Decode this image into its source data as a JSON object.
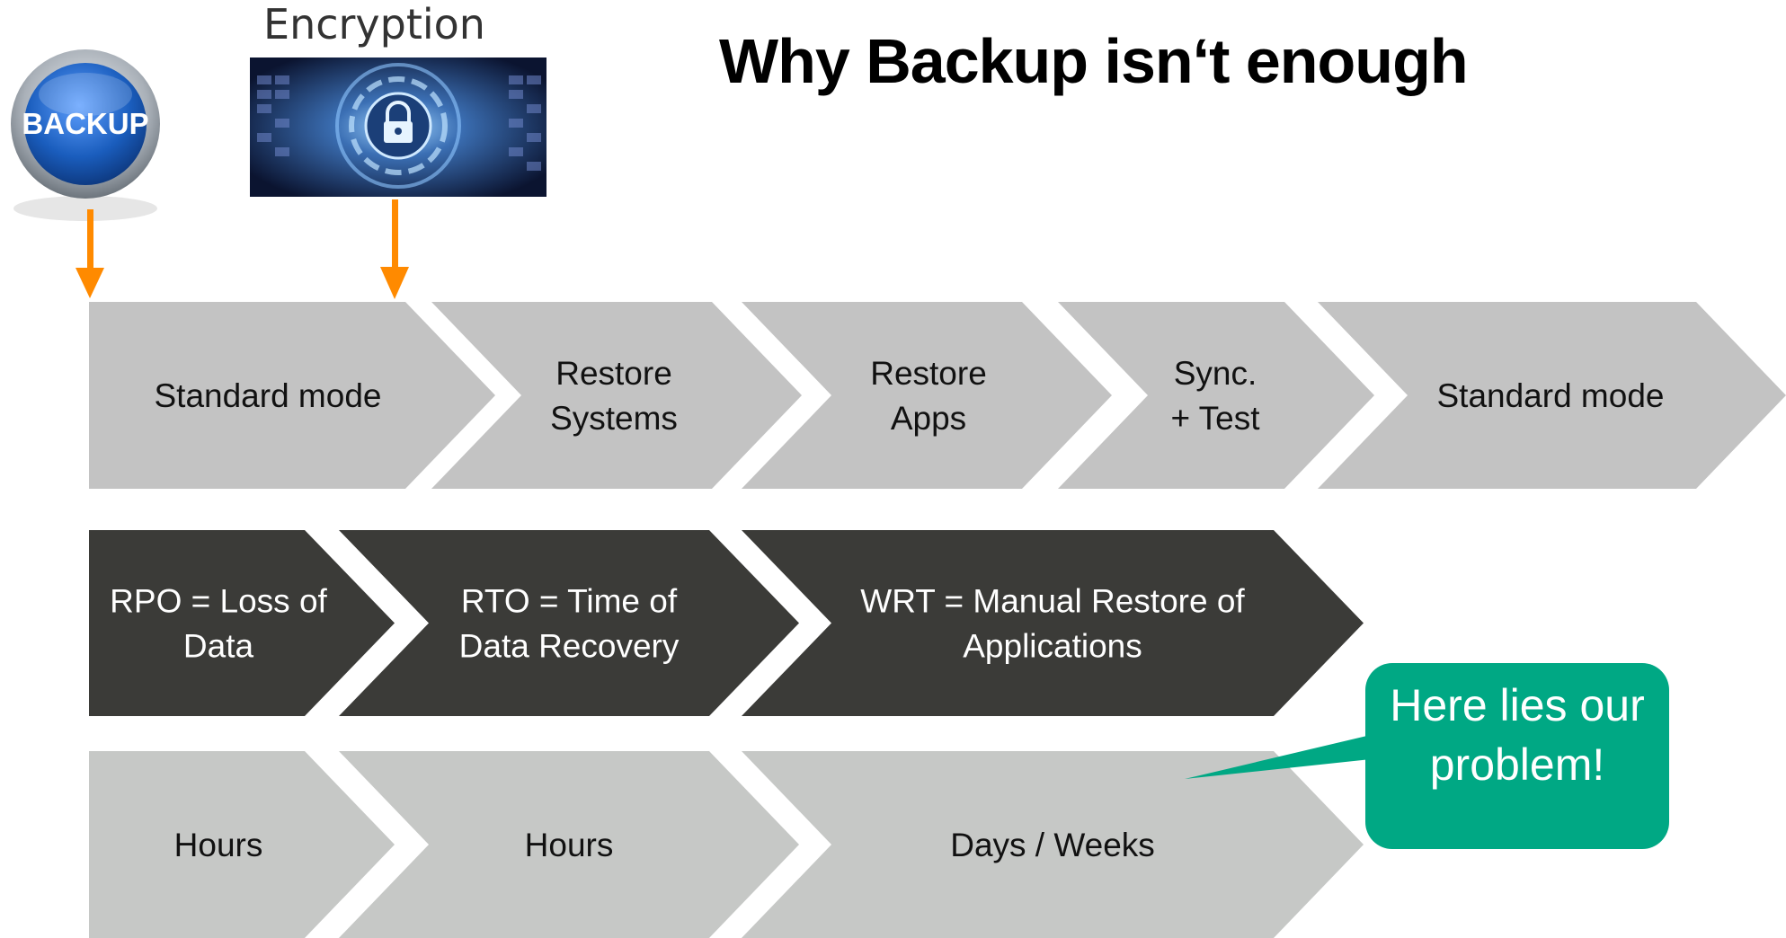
{
  "title": "Why Backup isn‘t enough",
  "backup_icon": {
    "label": "BACKUP"
  },
  "encryption": {
    "label": "Encryption",
    "icon": "lock-icon"
  },
  "row_phases": [
    "Standard mode",
    "Restore\nSystems",
    "Restore\nApps",
    "Sync.\n+ Test",
    "Standard mode"
  ],
  "row_metrics": [
    "RPO = Loss of\nData",
    "RTO = Time of\nData Recovery",
    "WRT = Manual Restore of\nApplications"
  ],
  "row_durations": [
    "Hours",
    "Hours",
    "Days / Weeks"
  ],
  "callout": "Here lies our\nproblem!",
  "colors": {
    "light_chevron": "#c3c3c3",
    "dark_chevron": "#3b3b38",
    "bottom_chevron": "#c6c8c6",
    "arrow": "#ff8a00",
    "callout": "#00a884",
    "backup_blue": "#1a5dbd"
  }
}
